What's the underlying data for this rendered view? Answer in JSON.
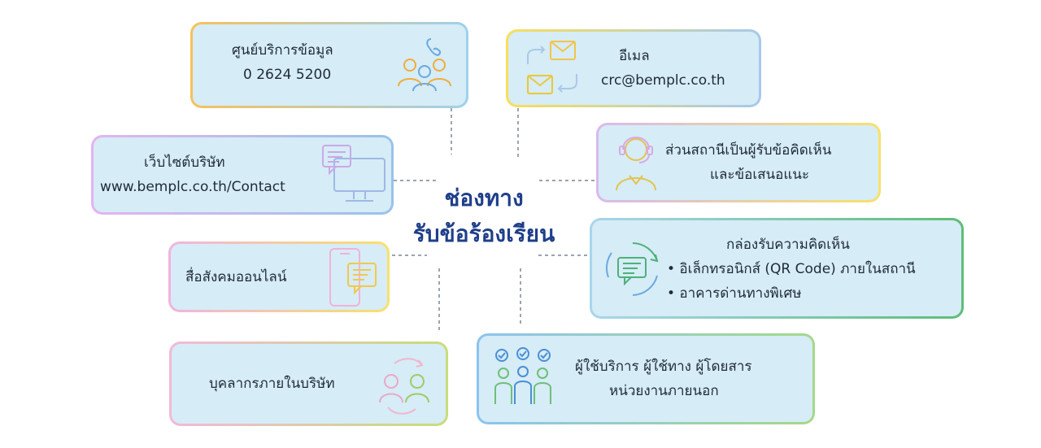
{
  "center": {
    "line1": "ช่องทาง",
    "line2": "รับข้อร้องเรียน"
  },
  "call_center": {
    "title": "ศูนย์บริการข้อมูล",
    "phone": "0 2624 5200"
  },
  "email": {
    "title": "อีเมล",
    "address": "crc@bemplc.co.th"
  },
  "website": {
    "title": "เว็บไซต์บริษัท",
    "url": "www.bemplc.co.th/Contact"
  },
  "station": {
    "line1": "ส่วนสถานีเป็นผู้รับข้อคิดเห็น",
    "line2": "และข้อเสนอแนะ"
  },
  "social": {
    "title": "สื่อสังคมออนไลน์"
  },
  "comment_box": {
    "title": "กล่องรับความคิดเห็น",
    "item1": "• อิเล็กทรอนิกส์ (QR Code) ภายในสถานี",
    "item2": "• อาคารด่านทางพิเศษ"
  },
  "staff": {
    "title": "บุคลากรภายในบริษัท"
  },
  "users": {
    "line1": "ผู้ใช้บริการ ผู้ใช้ทาง ผู้โดยสาร",
    "line2": "หน่วยงานภายนอก"
  }
}
